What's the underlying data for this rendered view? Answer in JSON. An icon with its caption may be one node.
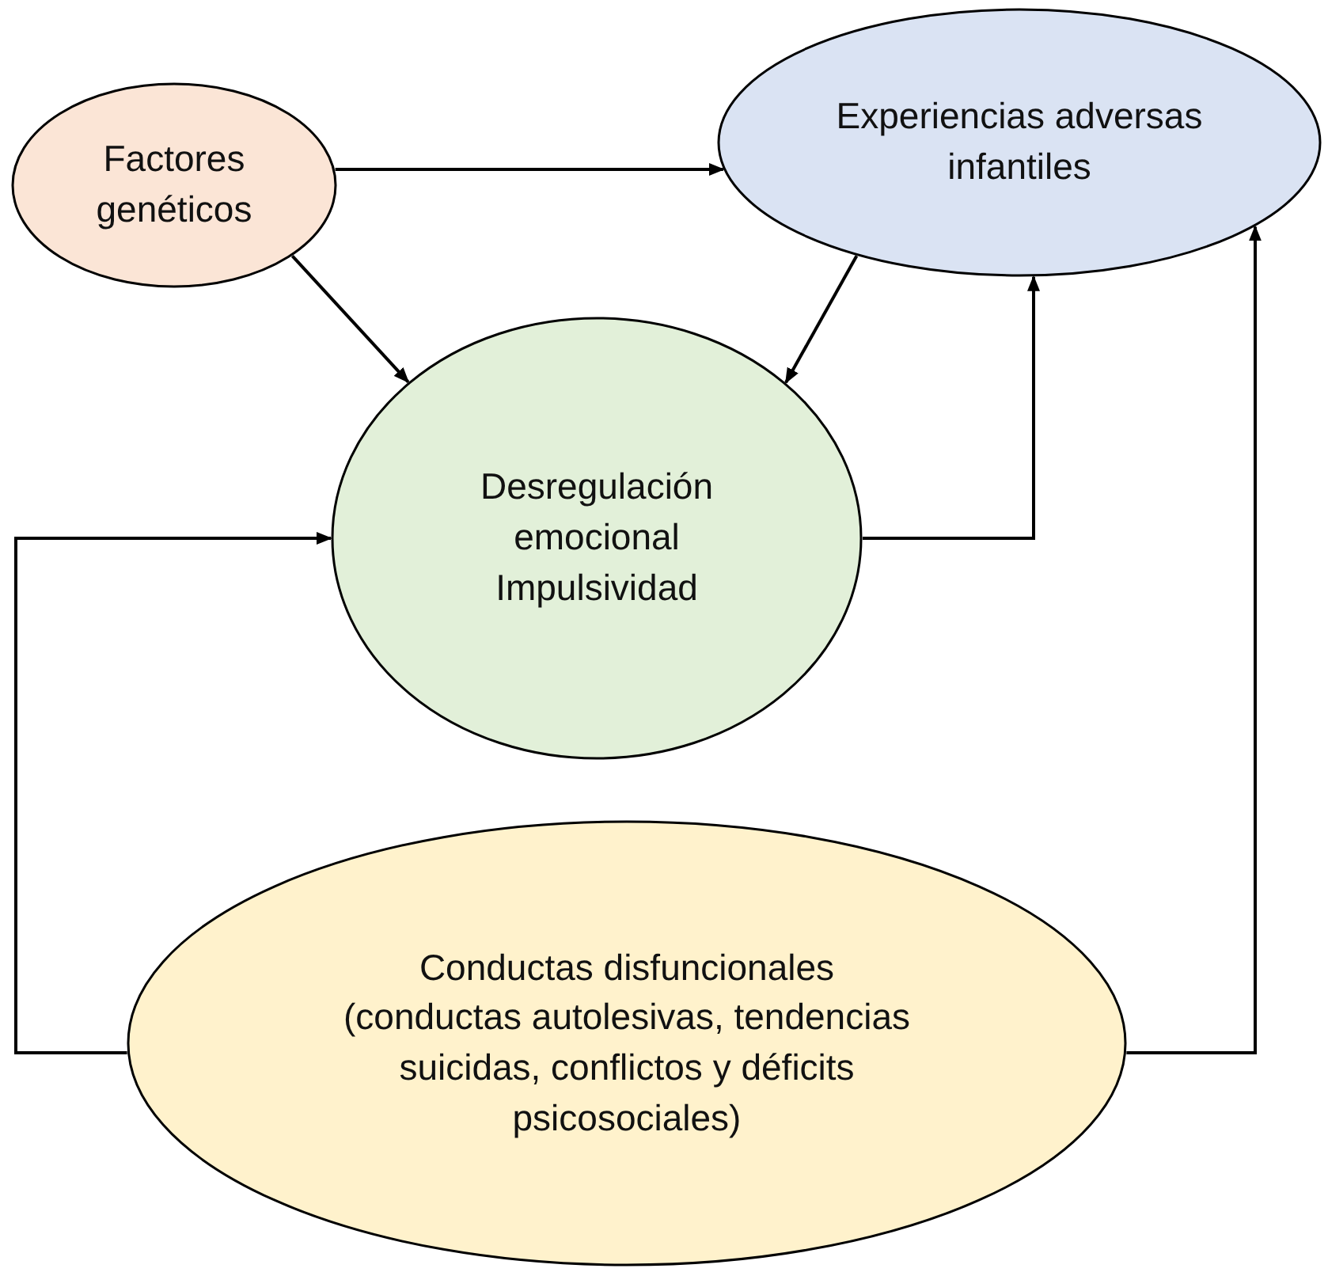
{
  "diagram": {
    "nodes": [
      {
        "text": [
          "Factores genéticos"
        ]
      },
      {
        "text": [
          "Experiencias adversas infantiles"
        ]
      },
      {
        "text": [
          "Desregulación emocional Impulsividad"
        ]
      },
      {
        "text": [
          "Conductas disfuncionales (conductas autolesivas, tendencias suicidas, conflictos y déficits psicosociales)"
        ]
      }
    ],
    "edges": [
      {
        "from": 0,
        "to": 1,
        "arrow": "to"
      },
      {
        "from": 0,
        "to": 2,
        "arrow": "to"
      },
      {
        "from": 1,
        "to": 2,
        "arrow": "to"
      },
      {
        "from": 2,
        "to": 1,
        "arrow": "to"
      },
      {
        "from": 3,
        "to": 2,
        "arrow": "to"
      },
      {
        "from": 3,
        "to": 1,
        "arrow": "to"
      }
    ]
  }
}
